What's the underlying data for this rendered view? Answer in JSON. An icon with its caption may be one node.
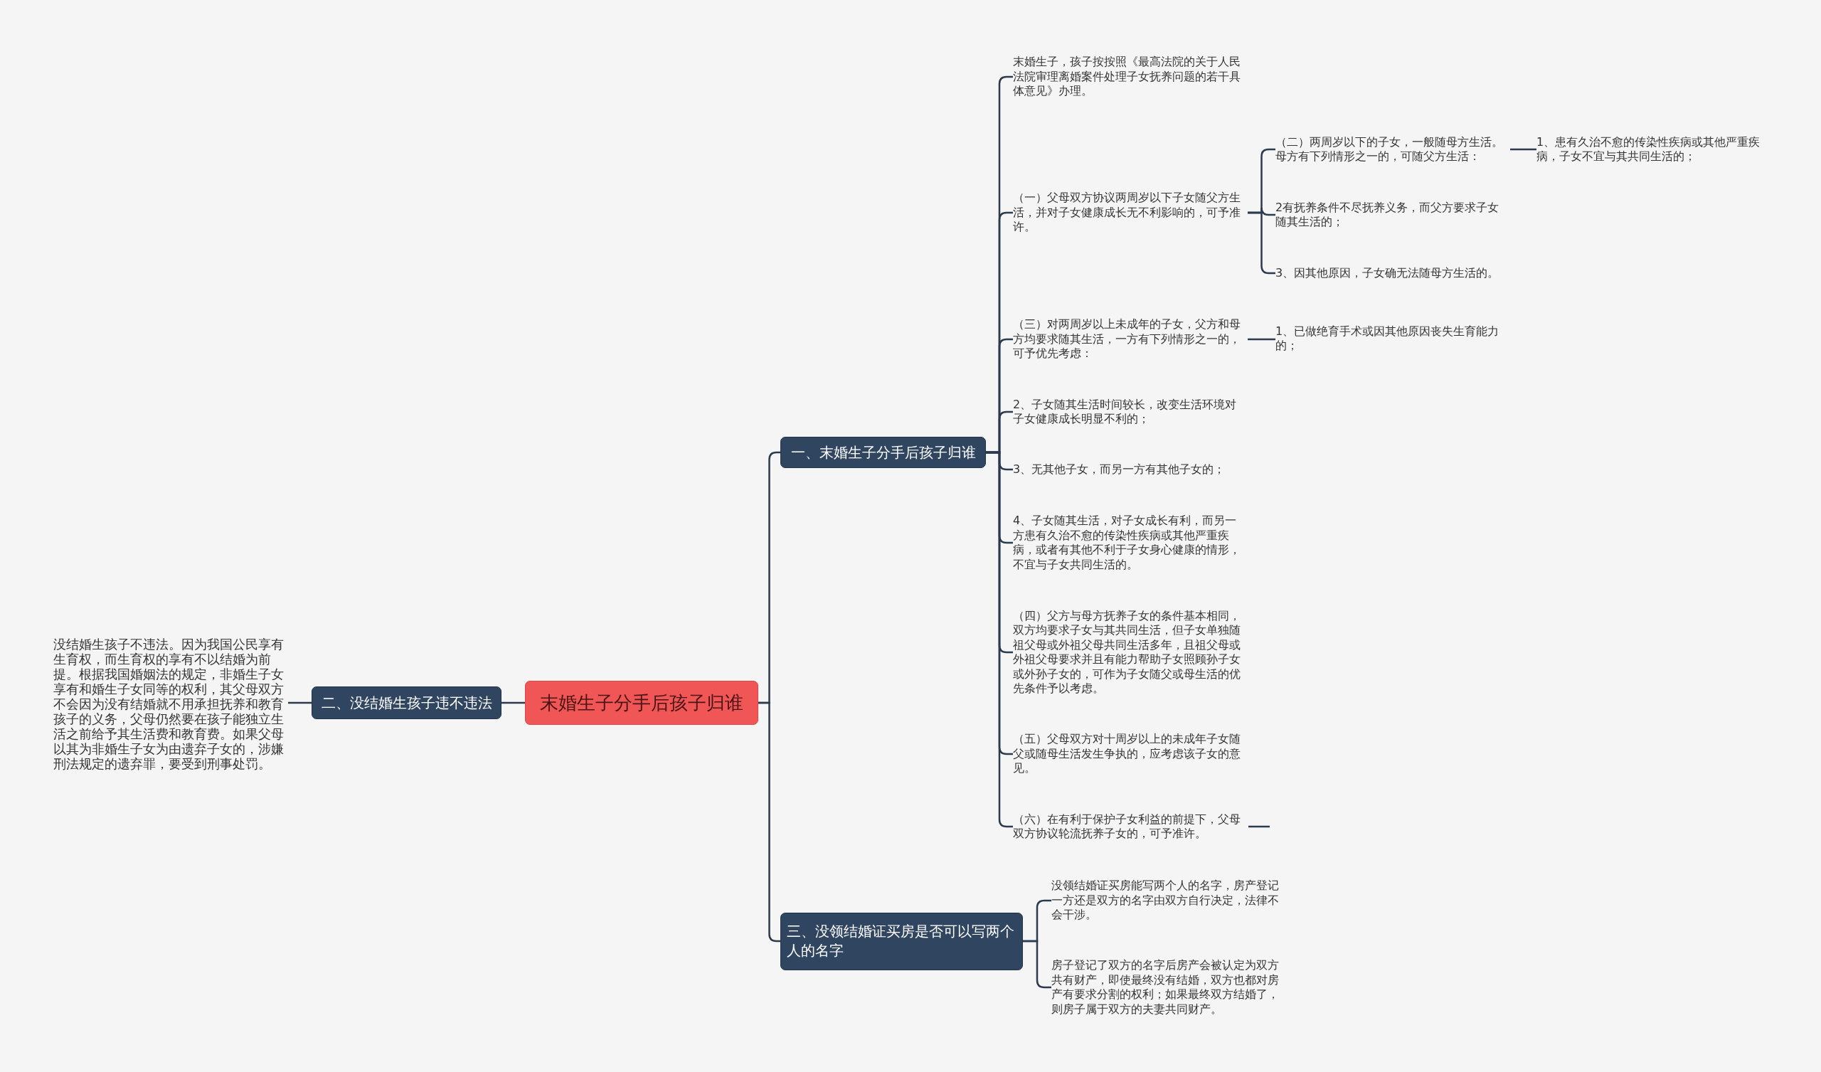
{
  "diagram": {
    "nodes": [
      {
        "text": [
          "末婚生子分手后孩子归谁"
        ]
      },
      {
        "text": [
          "一、末婚生子分手后孩子归谁"
        ]
      },
      {
        "text": [
          "二、没结婚生孩子违不违法"
        ]
      },
      {
        "text": [
          "三、没领结婚证买房是否可以写两个人的名字"
        ]
      },
      {
        "text": [
          "没结婚生孩子不违法。因为我国公民享有生育权，而生育权的享有不以结婚为前提。根据我国婚姻法的规定，非婚生子女享有和婚生子女同等的权利，其父母双方不会因为没有结婚就不用承担抚养和教育孩子的义务，父母仍然要在孩子能独立生活之前给予其生活费和教育费。如果父母以其为非婚生子女为由遗弃子女的，涉嫌刑法规定的遗弃罪，要受到刑事处罚。"
        ]
      },
      {
        "text": [
          "末婚生子，孩子按按照《最高法院的关于人民法院审理离婚案件处理子女抚养问题的若干具体意见》办理。"
        ]
      },
      {
        "text": [
          "（一）父母双方协议两周岁以下子女随父方生活，并对子女健康成长无不利影响的，可予准许。"
        ]
      },
      {
        "text": [
          "（二）两周岁以下的子女，一般随母方生活。母方有下列情形之一的，可随父方生活："
        ]
      },
      {
        "text": [
          "1、患有久治不愈的传染性疾病或其他严重疾病，子女不宜与其共同生活的；"
        ]
      },
      {
        "text": [
          "2有抚养条件不尽抚养义务，而父方要求子女随其生活的；"
        ]
      },
      {
        "text": [
          "3、因其他原因，子女确无法随母方生活的。"
        ]
      },
      {
        "text": [
          "（三）对两周岁以上未成年的子女，父方和母方均要求随其生活，一方有下列情形之一的，可予优先考虑："
        ]
      },
      {
        "text": [
          "1、已做绝育手术或因其他原因丧失生育能力的；"
        ]
      },
      {
        "text": [
          "2、子女随其生活时间较长，改变生活环境对子女健康成长明显不利的；"
        ]
      },
      {
        "text": [
          "3、无其他子女，而另一方有其他子女的；"
        ]
      },
      {
        "text": [
          "4、子女随其生活，对子女成长有利，而另一方患有久治不愈的传染性疾病或其他严重疾病，或者有其他不利于子女身心健康的情形，不宜与子女共同生活的。"
        ]
      },
      {
        "text": [
          "（四）父方与母方抚养子女的条件基本相同，双方均要求子女与其共同生活，但子女单独随祖父母或外祖父母共同生活多年，且祖父母或外祖父母要求并且有能力帮助子女照顾孙子女或外孙子女的，可作为子女随父或母生活的优先条件予以考虑。"
        ]
      },
      {
        "text": [
          "（五）父母双方对十周岁以上的未成年子女随父或随母生活发生争执的，应考虑该子女的意见。"
        ]
      },
      {
        "text": [
          "（六）在有利于保护子女利益的前提下，父母双方协议轮流抚养子女的，可予准许。"
        ]
      },
      {
        "text": [
          "没领结婚证买房能写两个人的名字，房产登记一方还是双方的名字由双方自行决定，法律不会干涉。"
        ]
      },
      {
        "text": [
          "房子登记了双方的名字后房产会被认定为双方共有财产，即使最终没有结婚，双方也都对房产有要求分割的权利；如果最终双方结婚了，则房子属于双方的夫妻共同财产。"
        ]
      }
    ],
    "edges": [
      {
        "from": 0,
        "to": 1,
        "arrow": "none"
      },
      {
        "from": 0,
        "to": 2,
        "arrow": "none"
      },
      {
        "from": 0,
        "to": 3,
        "arrow": "none"
      },
      {
        "from": 2,
        "to": 4,
        "arrow": "none"
      },
      {
        "from": 1,
        "to": 5,
        "arrow": "none"
      },
      {
        "from": 1,
        "to": 6,
        "arrow": "none"
      },
      {
        "from": 6,
        "to": 7,
        "arrow": "none"
      },
      {
        "from": 7,
        "to": 8,
        "arrow": "none"
      },
      {
        "from": 6,
        "to": 9,
        "arrow": "none"
      },
      {
        "from": 6,
        "to": 10,
        "arrow": "none"
      },
      {
        "from": 1,
        "to": 11,
        "arrow": "none"
      },
      {
        "from": 11,
        "to": 12,
        "arrow": "none"
      },
      {
        "from": 1,
        "to": 13,
        "arrow": "none"
      },
      {
        "from": 1,
        "to": 14,
        "arrow": "none"
      },
      {
        "from": 1,
        "to": 15,
        "arrow": "none"
      },
      {
        "from": 1,
        "to": 16,
        "arrow": "none"
      },
      {
        "from": 1,
        "to": 17,
        "arrow": "none"
      },
      {
        "from": 1,
        "to": 18,
        "arrow": "none"
      },
      {
        "from": 18,
        "to": null,
        "arrow": "none"
      },
      {
        "from": 3,
        "to": 19,
        "arrow": "none"
      },
      {
        "from": 3,
        "to": 20,
        "arrow": "none"
      }
    ]
  }
}
